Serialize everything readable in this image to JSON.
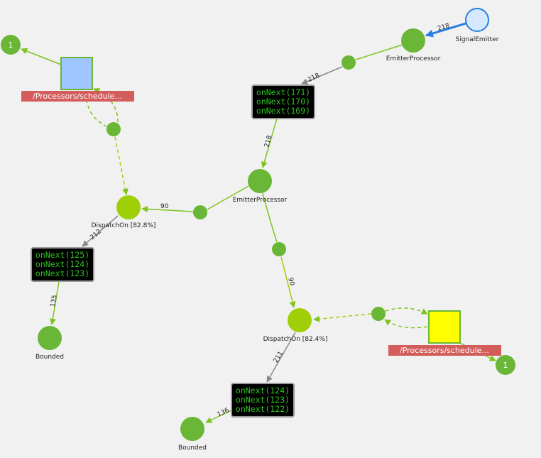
{
  "colors": {
    "background": "#f1f1f1",
    "node_green": "#6ab636",
    "node_lime": "#9ecf07",
    "edge_green": "#7fc31d",
    "edge_gray": "#8a8a8a",
    "edge_blue": "#2a7ee0",
    "signal_fill": "#d6e8ff",
    "signal_stroke": "#2a7ee0",
    "scheduler_blue": "#9fc6ff",
    "scheduler_yellow": "#ffff00",
    "scheduler_border": "#6ab636",
    "scheduler_label_bg": "#d35d5b",
    "queue_bg": "#000000",
    "queue_border": "#9a9a9a",
    "queue_text": "#2fc21f"
  },
  "nodes": {
    "signal_emitter": {
      "label": "SignalEmitter"
    },
    "emitter_top": {
      "label": "EmitterProcessor"
    },
    "emitter_mid": {
      "label": "EmitterProcessor"
    },
    "dispatch_left": {
      "label": "DispatchOn [82.8%]"
    },
    "dispatch_right": {
      "label": "DispatchOn [82.4%]"
    },
    "bounded_left": {
      "label": "Bounded"
    },
    "bounded_right": {
      "label": "Bounded"
    },
    "one_left": {
      "text": "1"
    },
    "one_right": {
      "text": "1"
    }
  },
  "queues": {
    "q_top": [
      "onNext(171)",
      "onNext(170)",
      "onNext(169)"
    ],
    "q_left": [
      "onNext(125)",
      "onNext(124)",
      "onNext(123)"
    ],
    "q_bottom": [
      "onNext(124)",
      "onNext(123)",
      "onNext(122)"
    ]
  },
  "schedulers": {
    "left": {
      "label": "/Processors/schedule..."
    },
    "right": {
      "label": "/Processors/schedule..."
    }
  },
  "edges": {
    "signal_to_emitter": "218",
    "emitter_top_to_queue": "218",
    "queue_top_to_emitter_mid": "218",
    "to_dispatch_left": "90",
    "dispatch_left_to_queue": "212",
    "queue_left_to_bounded": "135",
    "to_dispatch_right": "90",
    "dispatch_right_to_queue": "211",
    "queue_bottom_to_bounded": "136"
  }
}
